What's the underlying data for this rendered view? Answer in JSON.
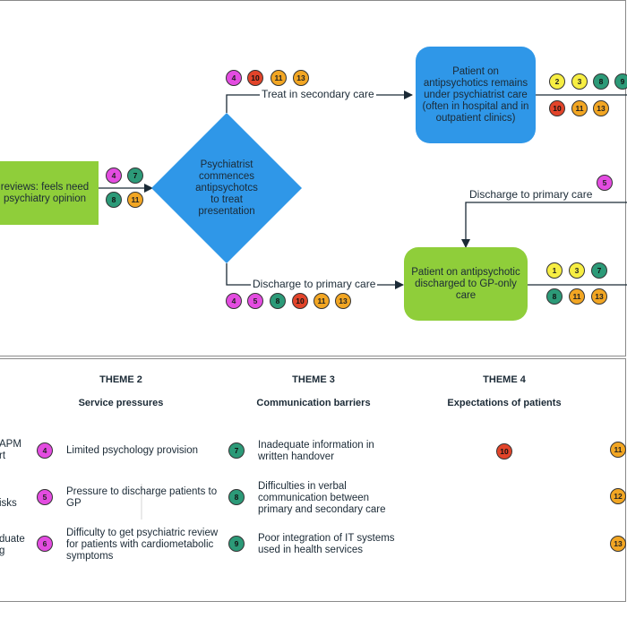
{
  "nodes": {
    "gp_review": "reviews: feels need psychiatry opinion",
    "psychiatrist": "Psychiatrist commences antipsychotcs to treat presentation",
    "secondary_care": "Patient on antipsychotics remains under psychiatrist care (often in hospital and in outpatient clinics)",
    "gp_only": "Patient on antipsychotic discharged to GP-only care"
  },
  "edges": {
    "treat_secondary": "Treat in secondary care",
    "discharge_primary_bottom": "Discharge to primary care",
    "discharge_primary_mid": "Discharge to primary care"
  },
  "badges": {
    "gp_upper": [
      "4",
      "7"
    ],
    "gp_lower": [
      "8",
      "11"
    ],
    "treat_secondary": [
      "4",
      "10",
      "11",
      "13"
    ],
    "discharge_bottom": [
      "4",
      "5",
      "8",
      "10",
      "11",
      "13"
    ],
    "secondary_upper": [
      "2",
      "3",
      "8",
      "9"
    ],
    "secondary_lower": [
      "10",
      "11",
      "13"
    ],
    "discharge_mid": [
      "5"
    ],
    "gp_only_upper": [
      "1",
      "3",
      "7"
    ],
    "gp_only_lower": [
      "8",
      "11",
      "13"
    ]
  },
  "themes": [
    {
      "id": "theme2",
      "heading": "THEME 2",
      "subheading": "Service pressures"
    },
    {
      "id": "theme3",
      "heading": "THEME 3",
      "subheading": "Communication barriers"
    },
    {
      "id": "theme4",
      "heading": "THEME 4",
      "subheading": "Expectations of patients"
    }
  ],
  "theme1_fragments": [
    "APM",
    "rt",
    "isks",
    "duate",
    "g"
  ],
  "theme2_items": [
    {
      "num": "4",
      "text": "Limited psychology provision"
    },
    {
      "num": "5",
      "text": "Pressure to discharge patients to GP"
    },
    {
      "num": "6",
      "text": "Difficulty to get psychiatric review for patients with cardiometabolic symptoms"
    }
  ],
  "theme3_items": [
    {
      "num": "7",
      "text": "Inadequate information in written handover"
    },
    {
      "num": "8",
      "text": "Difficulties in verbal communication between primary and secondary care"
    },
    {
      "num": "9",
      "text": "Poor integration of IT systems used in health services"
    }
  ],
  "theme4_items": [
    {
      "num": "10"
    }
  ],
  "theme5_partial": [
    "11",
    "12",
    "13"
  ],
  "colors": {
    "green_node": "#8fce3a",
    "blue_node": "#2f97e8",
    "magenta": "#e34ce0",
    "red": "#e2442a",
    "orange": "#f2a623",
    "yellow": "#f7ee43",
    "teal": "#2c9a78"
  }
}
